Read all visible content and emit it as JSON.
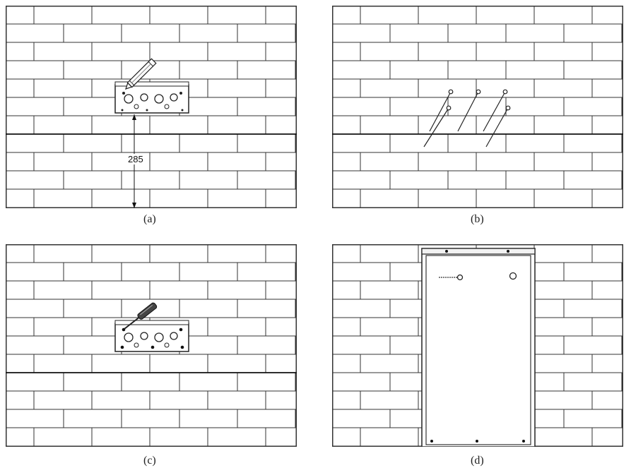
{
  "figure": {
    "panels": [
      {
        "id": "a",
        "caption": "(a)"
      },
      {
        "id": "b",
        "caption": "(b)"
      },
      {
        "id": "c",
        "caption": "(c)"
      },
      {
        "id": "d",
        "caption": "(d)"
      }
    ],
    "dimension_label": "285"
  },
  "colors": {
    "line": "#333333",
    "background": "#ffffff"
  },
  "icons": [
    "pencil-icon",
    "screwdriver-icon",
    "wall-anchor-icon",
    "mounting-bracket-icon",
    "cabinet-icon"
  ]
}
